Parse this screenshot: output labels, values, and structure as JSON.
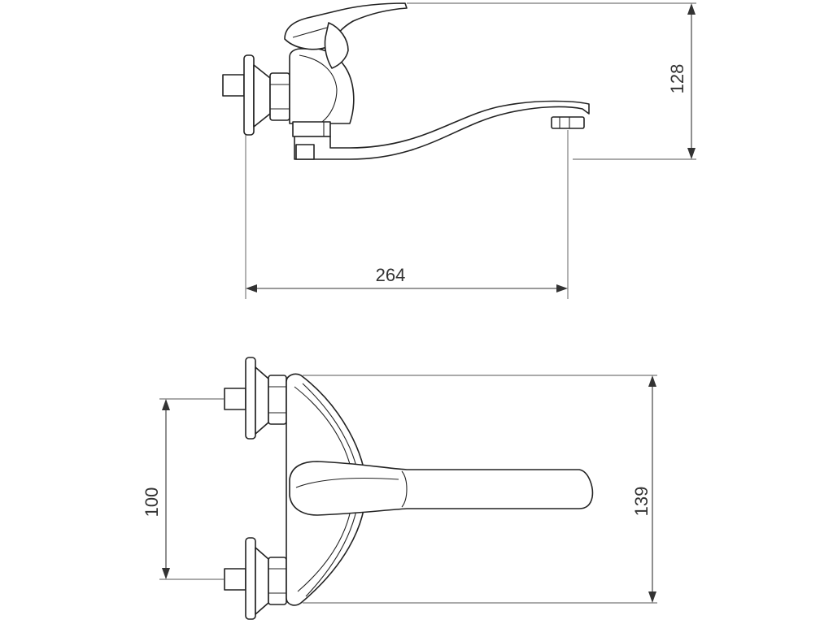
{
  "dimensions": {
    "overall_length": "264",
    "side_height": "128",
    "inlet_spacing": "100",
    "front_height": "139"
  }
}
